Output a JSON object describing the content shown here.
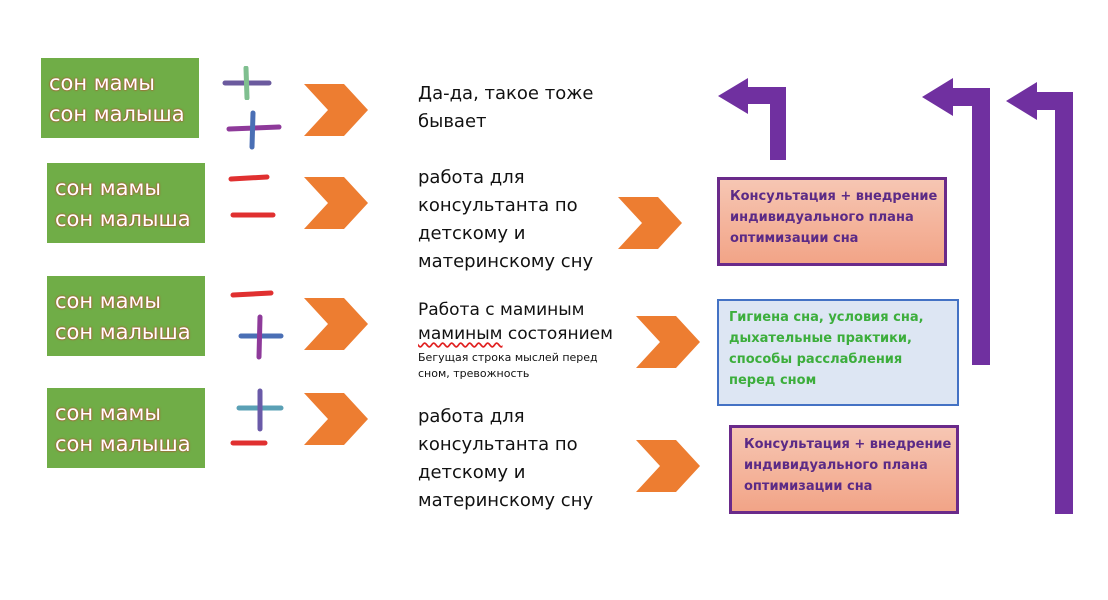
{
  "rows": [
    {
      "mom_label": "сон мамы",
      "baby_label": "сон малыша",
      "mom_sign": "plus",
      "baby_sign": "plus",
      "text_lines": [
        "Да-да, такое тоже",
        "бывает"
      ]
    },
    {
      "mom_label": "сон мамы",
      "baby_label": "сон малыша",
      "mom_sign": "minus",
      "baby_sign": "minus",
      "text_lines": [
        "работа для",
        "консультанта по",
        "детскому и",
        "материнскому сну"
      ]
    },
    {
      "mom_label": "сон мамы",
      "baby_label": "сон малыша",
      "mom_sign": "minus",
      "baby_sign": "plus",
      "text_lines": [
        "Работа с маминым",
        "маминым состоянием"
      ],
      "small_lines": [
        "Бегущая строка мыслей перед",
        "сном, тревожность"
      ]
    },
    {
      "mom_label": "сон мамы",
      "baby_label": "сон малыша",
      "mom_sign": "plus",
      "baby_sign": "minus",
      "text_lines": [
        "работа для",
        "консультанта по",
        "детскому и",
        "материнскому сну"
      ]
    }
  ],
  "results": [
    {
      "lines": [
        "Консультация + внедрение",
        "индивидуального плана",
        "оптимизации сна"
      ]
    },
    {
      "lines": [
        "Гигиена сна, условия сна,",
        "дыхательные практики,",
        "способы расслабления",
        "перед сном"
      ]
    },
    {
      "lines": [
        "Консультация + внедрение",
        "индивидуального плана",
        "оптимизации сна"
      ]
    }
  ],
  "colors": {
    "green": "#70ad47",
    "orange": "#ed7d31",
    "purple": "#7030a0",
    "sign_red": "#e03030",
    "sign_blue": "#4a6fb5"
  }
}
